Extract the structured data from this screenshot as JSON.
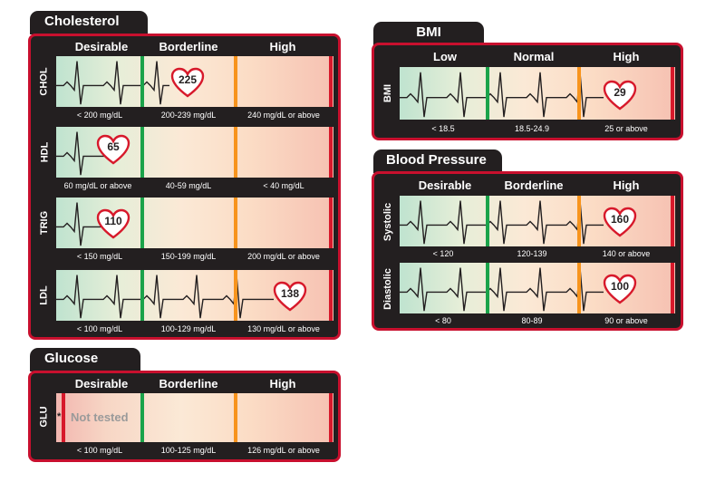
{
  "cholesterol": {
    "title": "Cholesterol",
    "headers": [
      "Desirable",
      "Borderline",
      "High"
    ],
    "rows": [
      {
        "label": "CHOL",
        "value": "225",
        "ranges": [
          "< 200 mg/dL",
          "200-239 mg/dL",
          "240 mg/dL or above"
        ]
      },
      {
        "label": "HDL",
        "value": "65",
        "ranges": [
          "60 mg/dL or above",
          "40-59 mg/dL",
          "< 40 mg/dL"
        ]
      },
      {
        "label": "TRIG",
        "value": "110",
        "ranges": [
          "< 150 mg/dL",
          "150-199 mg/dL",
          "200 mg/dL or above"
        ]
      },
      {
        "label": "LDL",
        "value": "138",
        "ranges": [
          "< 100 mg/dL",
          "100-129 mg/dL",
          "130 mg/dL or above"
        ]
      }
    ]
  },
  "glucose": {
    "title": "Glucose",
    "headers": [
      "Desirable",
      "Borderline",
      "High"
    ],
    "rows": [
      {
        "label": "GLU",
        "status": "Not tested",
        "marker": "*",
        "ranges": [
          "< 100 mg/dL",
          "100-125 mg/dL",
          "126 mg/dL or above"
        ]
      }
    ]
  },
  "bmi": {
    "title": "BMI",
    "headers": [
      "Low",
      "Normal",
      "High"
    ],
    "rows": [
      {
        "label": "BMI",
        "value": "29",
        "ranges": [
          "< 18.5",
          "18.5-24.9",
          "25 or above"
        ]
      }
    ]
  },
  "blood_pressure": {
    "title": "Blood Pressure",
    "headers": [
      "Desirable",
      "Borderline",
      "High"
    ],
    "rows": [
      {
        "label": "Systolic",
        "value": "160",
        "ranges": [
          "< 120",
          "120-139",
          "140 or above"
        ]
      },
      {
        "label": "Diastolic",
        "value": "100",
        "ranges": [
          "< 80",
          "80-89",
          "90 or above"
        ]
      }
    ]
  },
  "colors": {
    "panel": "#231f20",
    "border": "#c8102e",
    "desirable": "#1aa34a",
    "borderline": "#f7941d",
    "high": "#d7192b"
  }
}
